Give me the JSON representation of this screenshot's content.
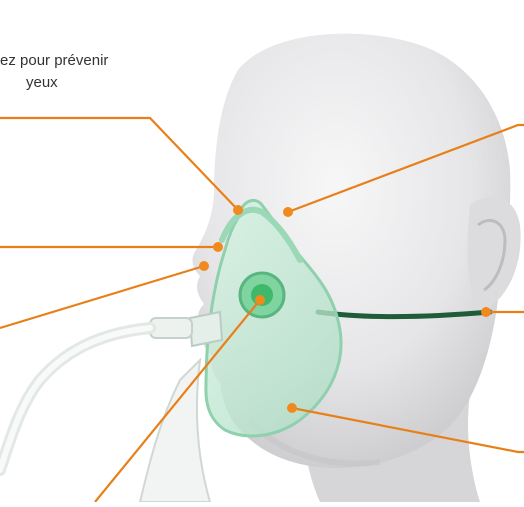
{
  "callout": {
    "line1": "ez pour prévenir",
    "line2": "yeux"
  },
  "colors": {
    "leader_line": "#e8801a",
    "marker": "#f08a1e",
    "mask_tint": "#b9e6cf",
    "valve": "#3fb86b",
    "strap": "#1f5c3a",
    "head": "#e9e9ea"
  },
  "icons": {
    "mask": "oxygen-mask-illustration",
    "head": "mannequin-head-illustration"
  }
}
